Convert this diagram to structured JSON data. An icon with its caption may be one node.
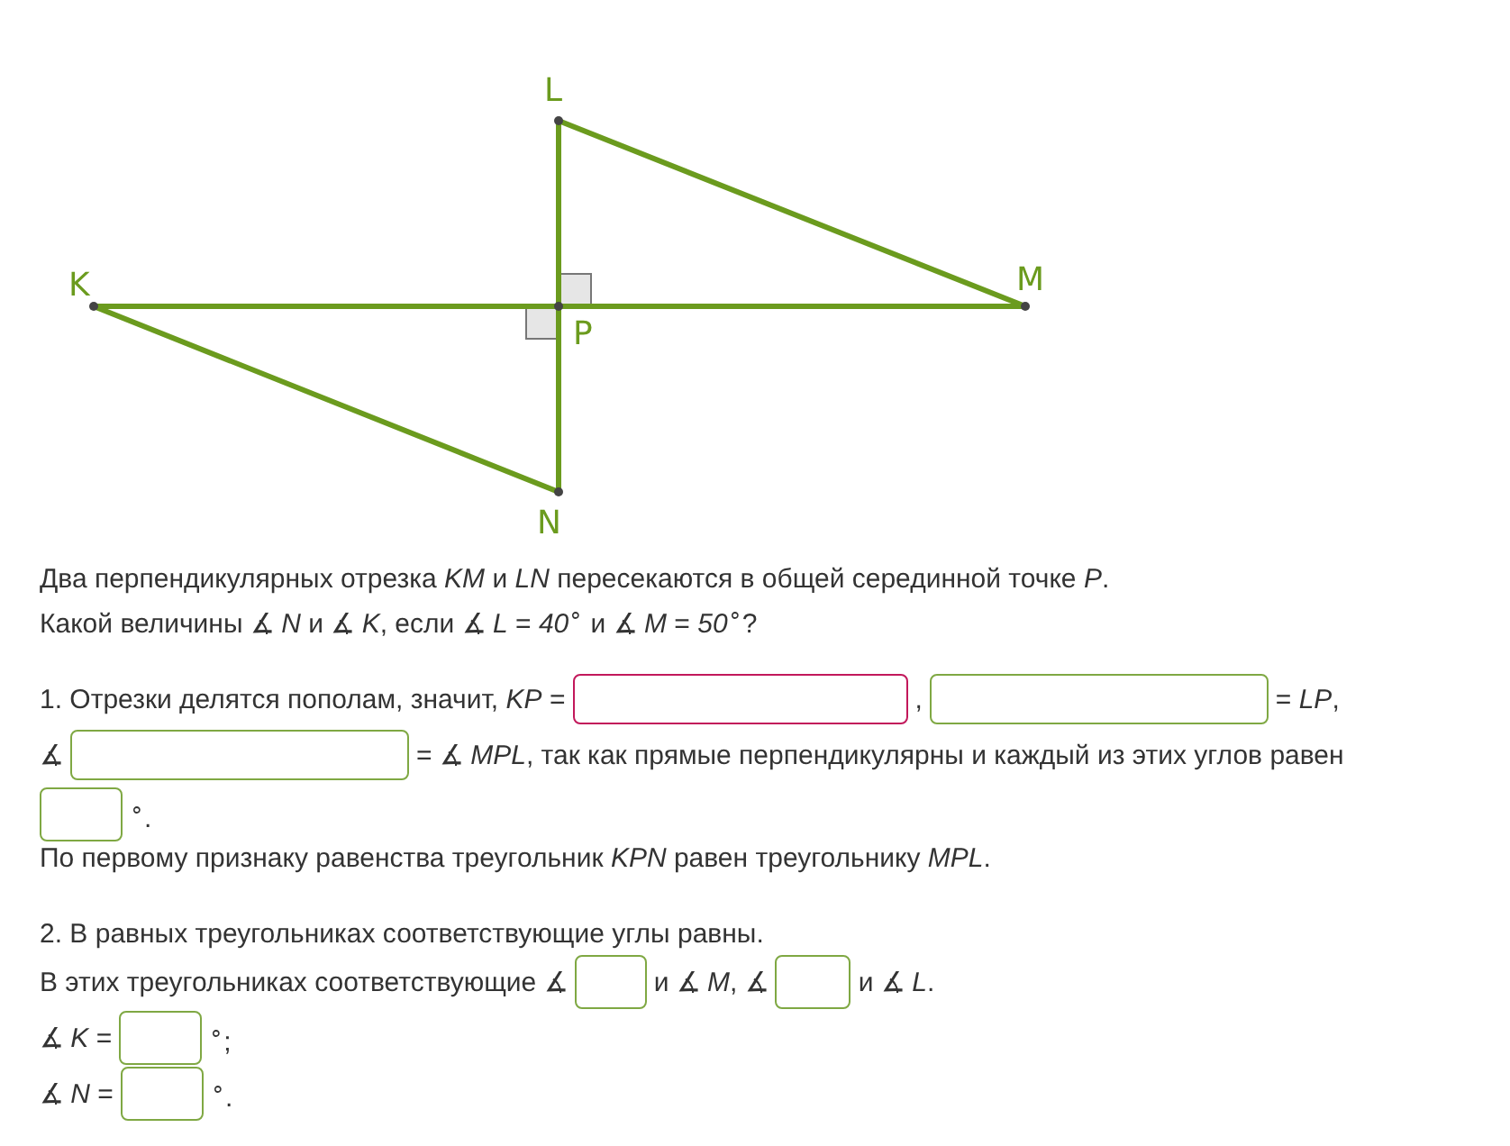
{
  "diagram": {
    "labels": [
      "L",
      "K",
      "M",
      "P",
      "N",
      "Два перпендикулярных отрезка *KM* и *LN* пересекаются в общей серединной точке *P*.",
      "Какой величины ∡ *N* и ∡ *K*, если ∡ *L* = *40*$^{∘}$ и ∡ *M* = *50*$^{∘}$?",
      "1. Отрезки делятся пополам, значит, *KP* =",
      ",",
      "= *LP*,",
      "∡",
      "= ∡ *MPL*, так как прямые перпендикулярны и каждый из этих углов равен",
      "$^{∘}$.",
      "По первому признаку равенства треугольник *KPN* равен треугольнику *MPL*.",
      "2. В равных треугольниках соответствующие углы равны.",
      "В этих треугольниках соответствующие ∡",
      "и ∡ *M*, ∡",
      "и ∡ *L*.",
      "∡ *K* =",
      "$^{∘}$;",
      "∡ *N* =",
      "$^{∘}$."
    ]
  }
}
